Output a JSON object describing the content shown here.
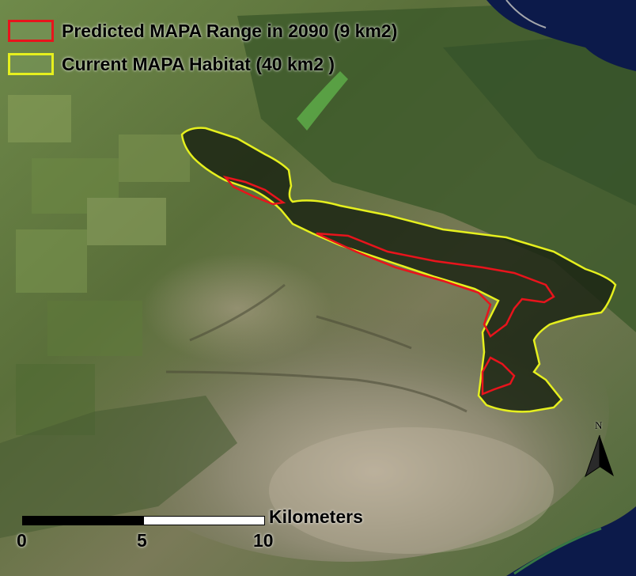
{
  "legend": {
    "items": [
      {
        "label": "Predicted MAPA Range in 2090 (9 km2)",
        "color": "#e8141c"
      },
      {
        "label": "Current MAPA Habitat (40 km2 )",
        "color": "#e6f01e"
      }
    ]
  },
  "north_arrow": {
    "letter": "N"
  },
  "scale_bar": {
    "unit": "Kilometers",
    "ticks": [
      "0",
      "5",
      "10"
    ]
  },
  "colors": {
    "ocean": "#0c1a4a",
    "vegetation": "#5d7a3c",
    "habitat_fill": "#1c2614",
    "predicted_outline": "#e8141c",
    "habitat_outline": "#e6f01e"
  }
}
